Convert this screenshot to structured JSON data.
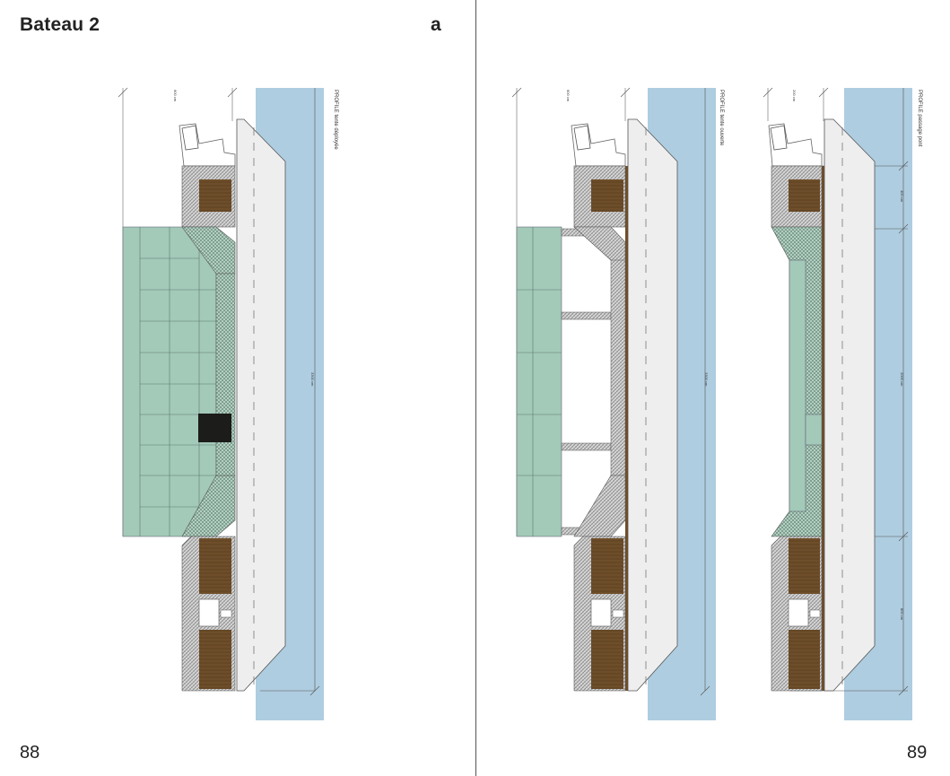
{
  "header": {
    "title": "Bateau 2",
    "variant_letter": "a"
  },
  "footer": {
    "page_left": "88",
    "page_right": "89"
  },
  "drawings": [
    {
      "label": "PROFILE tente déployée",
      "dim_top": "600 cm",
      "dim_total": "3300 cm"
    },
    {
      "label": "PROFILE tente ouverte",
      "dim_top": "600 cm",
      "dim_total": "3300 cm"
    },
    {
      "label": "PROFILE passage pont",
      "dim_top": "200 cm",
      "dim_total": "2000 cm",
      "dim_upper": "400 cm",
      "dim_lower": "800 cm"
    }
  ],
  "colors": {
    "water": "#aecde0",
    "tent": "#a3c9b9",
    "deck": "#eeeeee",
    "wood": "#6e4e2a",
    "hatch": "#b9b9b9",
    "dark_panel": "#1c1c1a"
  }
}
